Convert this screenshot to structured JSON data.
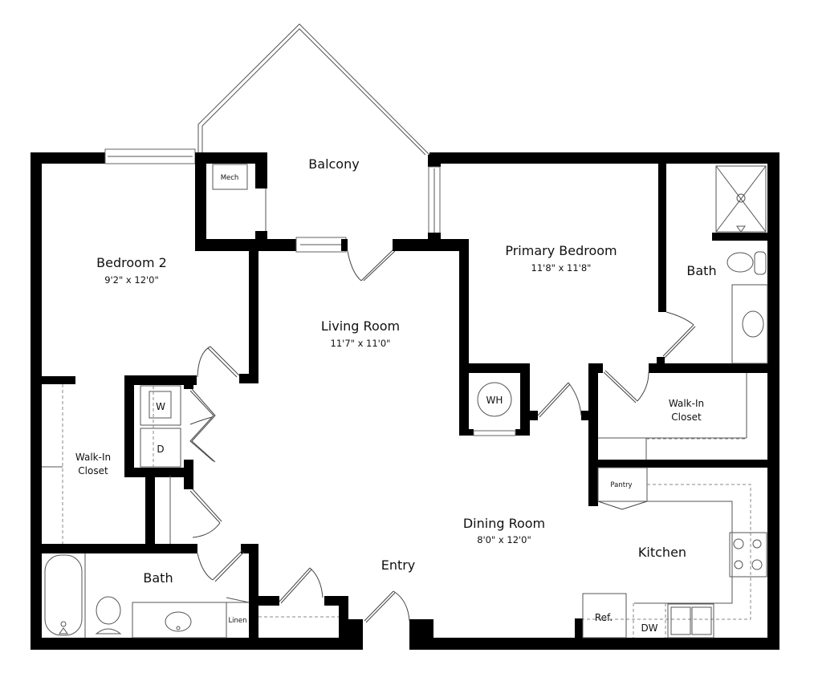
{
  "rooms": {
    "balcony": {
      "name": "Balcony"
    },
    "bedroom2": {
      "name": "Bedroom 2",
      "dims": "9'2\" x 12'0\""
    },
    "primary_bedroom": {
      "name": "Primary Bedroom",
      "dims": "11'8\" x 11'8\""
    },
    "primary_bath": {
      "name": "Bath"
    },
    "living_room": {
      "name": "Living Room",
      "dims": "11'7\" x 11'0\""
    },
    "walkin_closet_primary": {
      "name_line1": "Walk-In",
      "name_line2": "Closet"
    },
    "walkin_closet_bed2": {
      "name_line1": "Walk-In",
      "name_line2": "Closet"
    },
    "dining_room": {
      "name": "Dining Room",
      "dims": "8'0\" x 12'0\""
    },
    "kitchen": {
      "name": "Kitchen"
    },
    "entry": {
      "name": "Entry"
    },
    "hall_bath": {
      "name": "Bath"
    }
  },
  "fixtures": {
    "mech": "Mech",
    "water_heater": "WH",
    "washer": "W",
    "dryer": "D",
    "pantry": "Pantry",
    "refrigerator": "Ref.",
    "dishwasher": "DW",
    "linen": "Linen"
  },
  "colors": {
    "wall": "#000000",
    "background": "#ffffff",
    "fixture_line": "#555555"
  }
}
